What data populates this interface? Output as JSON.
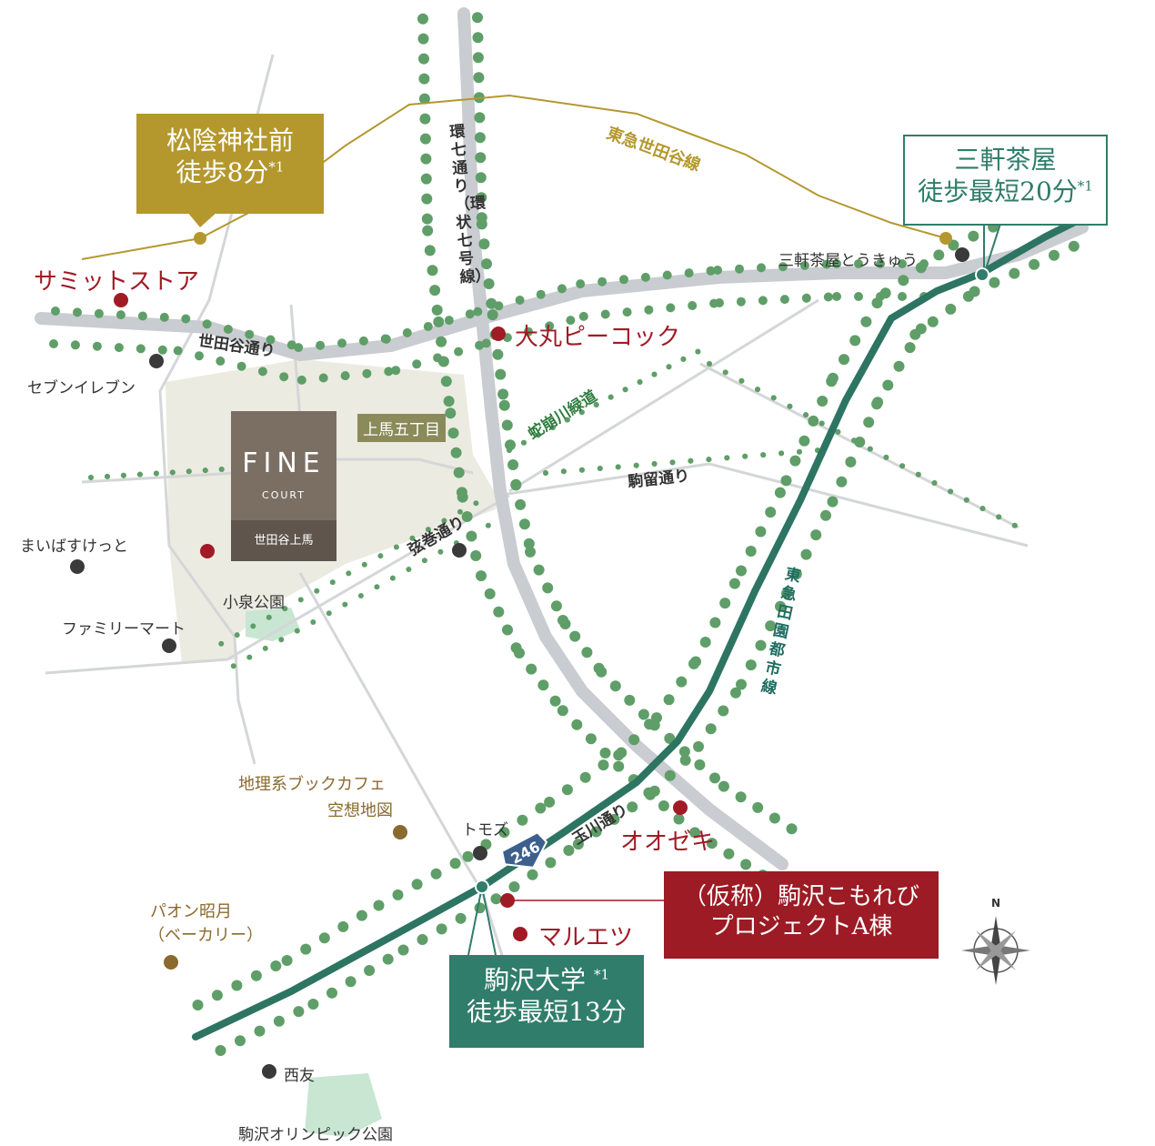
{
  "colors": {
    "gold": "#b4982e",
    "teal": "#2f7d6a",
    "rail_teal": "#2d7562",
    "red_box": "#9c1b24",
    "shop_red": "#a01b25",
    "tree_green": "#5f9e68",
    "road_gray": "#c9ccd0",
    "area_beige": "#ecebe1",
    "building_brown": "#7b6f64"
  },
  "stations": {
    "shoin": {
      "name": "松陰神社前",
      "walk": "徒歩8分",
      "note": "*1"
    },
    "sangenjaya": {
      "name": "三軒茶屋",
      "walk": "徒歩最短20分",
      "note": "*1"
    },
    "komazawa": {
      "name": "駒沢大学",
      "walk": "徒歩最短13分",
      "note": "*1"
    }
  },
  "lines": {
    "setagaya_line": "東急世田谷線",
    "denentoshi_line": "東急田園都市線"
  },
  "roads": {
    "kannana": "環七通り（環状七号線）",
    "setagaya_dori": "世田谷通り",
    "tsurumaki": "弦巻通り",
    "komadome": "駒留通り",
    "tamagawa": "玉川通り",
    "route_number": "246"
  },
  "green_labels": {
    "jakuzure": "蛇崩川緑道"
  },
  "area_labels": {
    "kamiuma5": "上馬五丁目"
  },
  "building": {
    "title": "FINE",
    "subtitle": "COURT",
    "place": "世田谷上馬"
  },
  "project": {
    "line1": "（仮称）駒沢こもれび",
    "line2": "プロジェクトA棟"
  },
  "shops": {
    "summit": "サミットストア",
    "daimaru": "大丸ピーコック",
    "ozeki": "オオゼキ",
    "maruetsu": "マルエツ"
  },
  "pois": {
    "sangenjaya_tokyu": "三軒茶屋とうきゅう",
    "seven": "セブンイレブン",
    "mybasket": "まいばすけっと",
    "familymart": "ファミリーマート",
    "koizumi_park": "小泉公園",
    "bookcafe1": "地理系ブックカフェ",
    "bookcafe2": "空想地図",
    "tomods": "トモズ",
    "paon1": "パオン昭月",
    "paon2": "（ベーカリー）",
    "nishitomo": "西友",
    "olympic_park": "駒沢オリンピック公園"
  },
  "compass": {
    "north": "N"
  }
}
